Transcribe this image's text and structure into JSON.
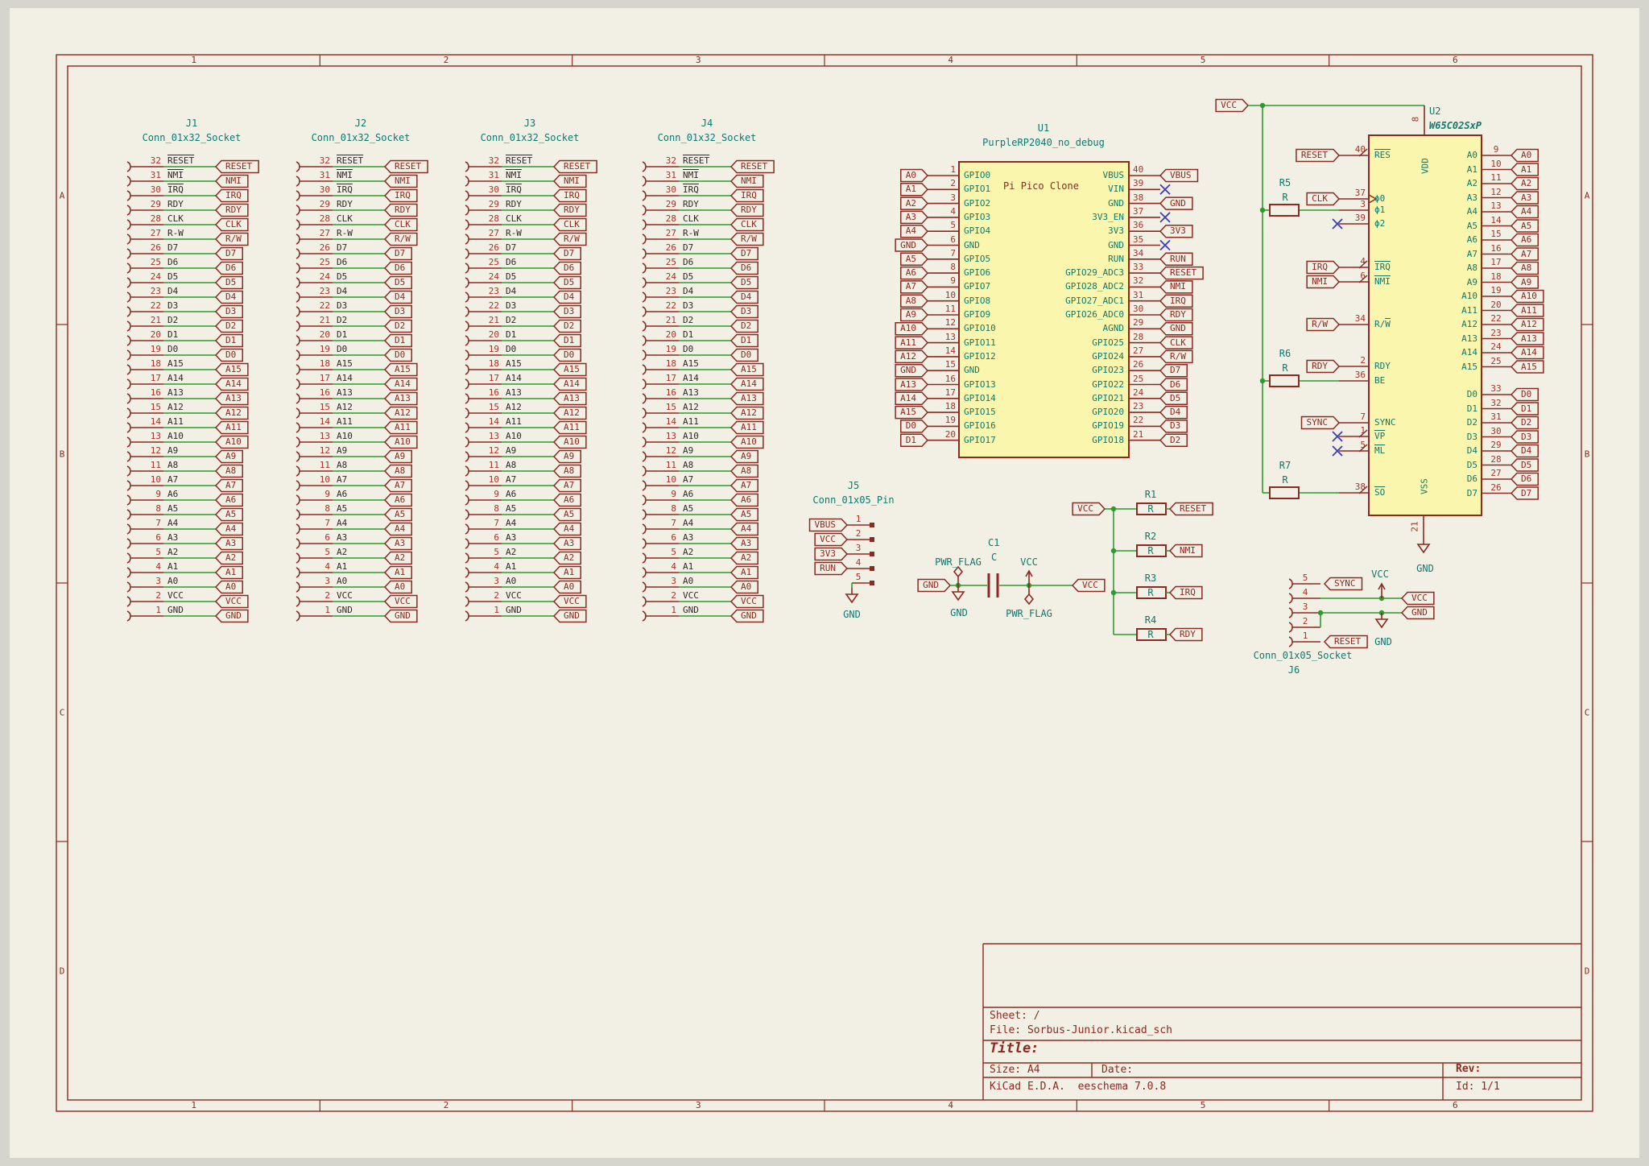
{
  "frame": {
    "columns": [
      "1",
      "2",
      "3",
      "4",
      "5",
      "6"
    ],
    "rows": [
      "A",
      "B",
      "C",
      "D"
    ]
  },
  "title_block": {
    "sheet_label": "Sheet: /",
    "file_label": "File: Sorbus-Junior.kicad_sch",
    "title_label": "Title:",
    "size_label": "Size: A4",
    "date_label": "Date:",
    "rev_label": "Rev:",
    "app_label": "KiCad E.D.A.  eeschema 7.0.8",
    "id_label": "Id: 1/1"
  },
  "colors": {
    "background": "#f2efe4",
    "canvas_margin": "#d5d5cd",
    "red": "#8a2a21",
    "pin_number": "#a5342a",
    "wire_green": "#2e9b2e",
    "teal": "#0e7a6e",
    "black": "#2b2b2b",
    "no_connect_blue": "#3d3dae",
    "body_fill": "#fbf6ad",
    "body_note": "#7e3020"
  },
  "connectors": {
    "refs": [
      "J1",
      "J2",
      "J3",
      "J4"
    ],
    "value": "Conn_01x32_Socket",
    "pins": [
      {
        "n": "32",
        "name": [
          [
            "RESET",
            1
          ]
        ],
        "label": [
          [
            "RESET",
            1
          ]
        ]
      },
      {
        "n": "31",
        "name": [
          [
            "NMI",
            1
          ]
        ],
        "label": [
          [
            "NMI",
            1
          ]
        ]
      },
      {
        "n": "30",
        "name": [
          [
            "IRQ",
            1
          ]
        ],
        "label": [
          [
            "IRQ",
            1
          ]
        ]
      },
      {
        "n": "29",
        "name": "RDY"
      },
      {
        "n": "28",
        "name": "CLK"
      },
      {
        "n": "27",
        "name": "R-W",
        "label": [
          [
            "R/",
            0
          ],
          [
            "W",
            1
          ]
        ]
      },
      {
        "n": "26",
        "name": "D7"
      },
      {
        "n": "25",
        "name": "D6"
      },
      {
        "n": "24",
        "name": "D5"
      },
      {
        "n": "23",
        "name": "D4"
      },
      {
        "n": "22",
        "name": "D3"
      },
      {
        "n": "21",
        "name": "D2"
      },
      {
        "n": "20",
        "name": "D1"
      },
      {
        "n": "19",
        "name": "D0"
      },
      {
        "n": "18",
        "name": "A15"
      },
      {
        "n": "17",
        "name": "A14"
      },
      {
        "n": "16",
        "name": "A13"
      },
      {
        "n": "15",
        "name": "A12"
      },
      {
        "n": "14",
        "name": "A11"
      },
      {
        "n": "13",
        "name": "A10"
      },
      {
        "n": "12",
        "name": "A9"
      },
      {
        "n": "11",
        "name": "A8"
      },
      {
        "n": "10",
        "name": "A7"
      },
      {
        "n": "9",
        "name": "A6"
      },
      {
        "n": "8",
        "name": "A5"
      },
      {
        "n": "7",
        "name": "A4"
      },
      {
        "n": "6",
        "name": "A3"
      },
      {
        "n": "5",
        "name": "A2"
      },
      {
        "n": "4",
        "name": "A1"
      },
      {
        "n": "3",
        "name": "A0"
      },
      {
        "n": "2",
        "name": "VCC"
      },
      {
        "n": "1",
        "name": "GND"
      }
    ]
  },
  "u1": {
    "ref": "U1",
    "value": "PurpleRP2040_no_debug",
    "body_text": "Pi Pico Clone",
    "left_pins": [
      {
        "n": "1",
        "name": "GPIO0",
        "label": "A0"
      },
      {
        "n": "2",
        "name": "GPIO1",
        "label": "A1"
      },
      {
        "n": "3",
        "name": "GPIO2",
        "label": "A2"
      },
      {
        "n": "4",
        "name": "GPIO3",
        "label": "A3"
      },
      {
        "n": "5",
        "name": "GPIO4",
        "label": "A4"
      },
      {
        "n": "6",
        "name": "GND",
        "label": "GND"
      },
      {
        "n": "7",
        "name": "GPIO5",
        "label": "A5"
      },
      {
        "n": "8",
        "name": "GPIO6",
        "label": "A6"
      },
      {
        "n": "9",
        "name": "GPIO7",
        "label": "A7"
      },
      {
        "n": "10",
        "name": "GPIO8",
        "label": "A8"
      },
      {
        "n": "11",
        "name": "GPIO9",
        "label": "A9"
      },
      {
        "n": "12",
        "name": "GPIO10",
        "label": "A10"
      },
      {
        "n": "13",
        "name": "GPIO11",
        "label": "A11"
      },
      {
        "n": "14",
        "name": "GPIO12",
        "label": "A12"
      },
      {
        "n": "15",
        "name": "GND",
        "label": "GND"
      },
      {
        "n": "16",
        "name": "GPIO13",
        "label": "A13"
      },
      {
        "n": "17",
        "name": "GPIO14",
        "label": "A14"
      },
      {
        "n": "18",
        "name": "GPIO15",
        "label": "A15"
      },
      {
        "n": "19",
        "name": "GPIO16",
        "label": "D0"
      },
      {
        "n": "20",
        "name": "GPIO17",
        "label": "D1"
      }
    ],
    "right_pins": [
      {
        "n": "40",
        "name": "VBUS",
        "label": "VBUS"
      },
      {
        "n": "39",
        "name": "VIN",
        "nc": true
      },
      {
        "n": "38",
        "name": "GND",
        "label": "GND"
      },
      {
        "n": "37",
        "name": "3V3_EN",
        "nc": true
      },
      {
        "n": "36",
        "name": "3V3",
        "label": "3V3"
      },
      {
        "n": "35",
        "name": "GND",
        "nc": true
      },
      {
        "n": "34",
        "name": "RUN",
        "label": "RUN"
      },
      {
        "n": "33",
        "name": "GPIO29_ADC3",
        "label": [
          [
            "RESET",
            1
          ]
        ]
      },
      {
        "n": "32",
        "name": "GPIO28_ADC2",
        "label": [
          [
            "NMI",
            1
          ]
        ]
      },
      {
        "n": "31",
        "name": "GPIO27_ADC1",
        "label": [
          [
            "IRQ",
            1
          ]
        ]
      },
      {
        "n": "30",
        "name": "GPIO26_ADC0",
        "label": "RDY"
      },
      {
        "n": "29",
        "name": "AGND",
        "label": "GND"
      },
      {
        "n": "28",
        "name": "GPIO25",
        "label": "CLK"
      },
      {
        "n": "27",
        "name": "GPIO24",
        "label": [
          [
            "R/",
            0
          ],
          [
            "W",
            1
          ]
        ]
      },
      {
        "n": "26",
        "name": "GPIO23",
        "label": "D7"
      },
      {
        "n": "25",
        "name": "GPIO22",
        "label": "D6"
      },
      {
        "n": "24",
        "name": "GPIO21",
        "label": "D5"
      },
      {
        "n": "23",
        "name": "GPIO20",
        "label": "D4"
      },
      {
        "n": "22",
        "name": "GPIO19",
        "label": "D3"
      },
      {
        "n": "21",
        "name": "GPIO18",
        "label": "D2"
      }
    ]
  },
  "u2": {
    "ref": "U2",
    "value": "W65C02SxP",
    "top_pin": {
      "n": "8",
      "name": "VDD"
    },
    "bottom_pin": {
      "n": "21",
      "name": "VSS",
      "power_text": "GND"
    },
    "rail_label": "VCC",
    "left_pins": [
      {
        "n": "40",
        "name": [
          [
            "RES",
            1
          ]
        ],
        "label": [
          [
            "RESET",
            1
          ]
        ],
        "mark": "slash"
      },
      {
        "n": "37",
        "name": "ϕ0",
        "label": "CLK",
        "mark": "clock"
      },
      {
        "n": "3",
        "name": "ϕ1",
        "res": 0
      },
      {
        "n": "39",
        "name": "ϕ2",
        "nc": true
      },
      {
        "n": "4",
        "name": [
          [
            "IRQ",
            1
          ]
        ],
        "label": [
          [
            "IRQ",
            1
          ]
        ],
        "mark": "slash"
      },
      {
        "n": "6",
        "name": [
          [
            "NMI",
            1
          ]
        ],
        "label": [
          [
            "NMI",
            1
          ]
        ],
        "mark": "slash"
      },
      {
        "n": "34",
        "name": [
          [
            "R/",
            0
          ],
          [
            "W",
            1
          ]
        ],
        "label": [
          [
            "R/",
            0
          ],
          [
            "W",
            1
          ]
        ]
      },
      {
        "n": "2",
        "name": "RDY",
        "label": "RDY"
      },
      {
        "n": "36",
        "name": "BE",
        "res": 1
      },
      {
        "n": "7",
        "name": "SYNC",
        "label": "SYNC"
      },
      {
        "n": "1",
        "name": [
          [
            "VP",
            1
          ]
        ],
        "nc": true,
        "mark": "slash"
      },
      {
        "n": "5",
        "name": [
          [
            "ML",
            1
          ]
        ],
        "nc": true,
        "mark": "slash"
      },
      {
        "n": "38",
        "name": [
          [
            "SO",
            1
          ]
        ],
        "res": 2,
        "mark": "slash"
      }
    ],
    "a_pins": [
      {
        "n": "9",
        "name": "A0"
      },
      {
        "n": "10",
        "name": "A1"
      },
      {
        "n": "11",
        "name": "A2"
      },
      {
        "n": "12",
        "name": "A3"
      },
      {
        "n": "13",
        "name": "A4"
      },
      {
        "n": "14",
        "name": "A5"
      },
      {
        "n": "15",
        "name": "A6"
      },
      {
        "n": "16",
        "name": "A7"
      },
      {
        "n": "17",
        "name": "A8"
      },
      {
        "n": "18",
        "name": "A9"
      },
      {
        "n": "19",
        "name": "A10"
      },
      {
        "n": "20",
        "name": "A11"
      },
      {
        "n": "22",
        "name": "A12"
      },
      {
        "n": "23",
        "name": "A13"
      },
      {
        "n": "24",
        "name": "A14"
      },
      {
        "n": "25",
        "name": "A15"
      }
    ],
    "d_pins": [
      {
        "n": "33",
        "name": "D0"
      },
      {
        "n": "32",
        "name": "D1"
      },
      {
        "n": "31",
        "name": "D2"
      },
      {
        "n": "30",
        "name": "D3"
      },
      {
        "n": "29",
        "name": "D4"
      },
      {
        "n": "28",
        "name": "D5"
      },
      {
        "n": "27",
        "name": "D6"
      },
      {
        "n": "26",
        "name": "D7"
      }
    ],
    "resistors": [
      {
        "ref": "R5",
        "value": "R"
      },
      {
        "ref": "R6",
        "value": "R"
      },
      {
        "ref": "R7",
        "value": "R"
      }
    ]
  },
  "pullups": {
    "vcc_label": "VCC",
    "items": [
      {
        "ref": "R1",
        "value": "R",
        "label": [
          [
            "RESET",
            1
          ]
        ]
      },
      {
        "ref": "R2",
        "value": "R",
        "label": [
          [
            "NMI",
            1
          ]
        ]
      },
      {
        "ref": "R3",
        "value": "R",
        "label": [
          [
            "IRQ",
            1
          ]
        ]
      },
      {
        "ref": "R4",
        "value": "R",
        "label": "RDY"
      }
    ]
  },
  "decoupling": {
    "cap_ref": "C1",
    "cap_value": "C",
    "left_net": "GND",
    "right_net": "VCC",
    "left_flag_text": "PWR_FLAG",
    "right_flag_text": "PWR_FLAG",
    "vcc_text": "VCC",
    "gnd_text": "GND"
  },
  "j5": {
    "ref": "J5",
    "value": "Conn_01x05_Pin",
    "gnd_text": "GND",
    "pins": [
      {
        "n": "1",
        "label": "VBUS"
      },
      {
        "n": "2",
        "label": "VCC"
      },
      {
        "n": "3",
        "label": "3V3"
      },
      {
        "n": "4",
        "label": "RUN"
      },
      {
        "n": "5",
        "gnd": true
      }
    ]
  },
  "j6": {
    "ref": "J6",
    "value": "Conn_01x05_Socket",
    "vcc_text": "VCC",
    "gnd_text": "GND",
    "pins": [
      {
        "n": "5",
        "label": "SYNC"
      },
      {
        "n": "4",
        "label": "VCC",
        "vcc_sym": true
      },
      {
        "n": "3",
        "label": "GND",
        "gnd_sym": true
      },
      {
        "n": "2",
        "join_up": true
      },
      {
        "n": "1",
        "label": [
          [
            "RESET",
            1
          ]
        ]
      }
    ]
  }
}
